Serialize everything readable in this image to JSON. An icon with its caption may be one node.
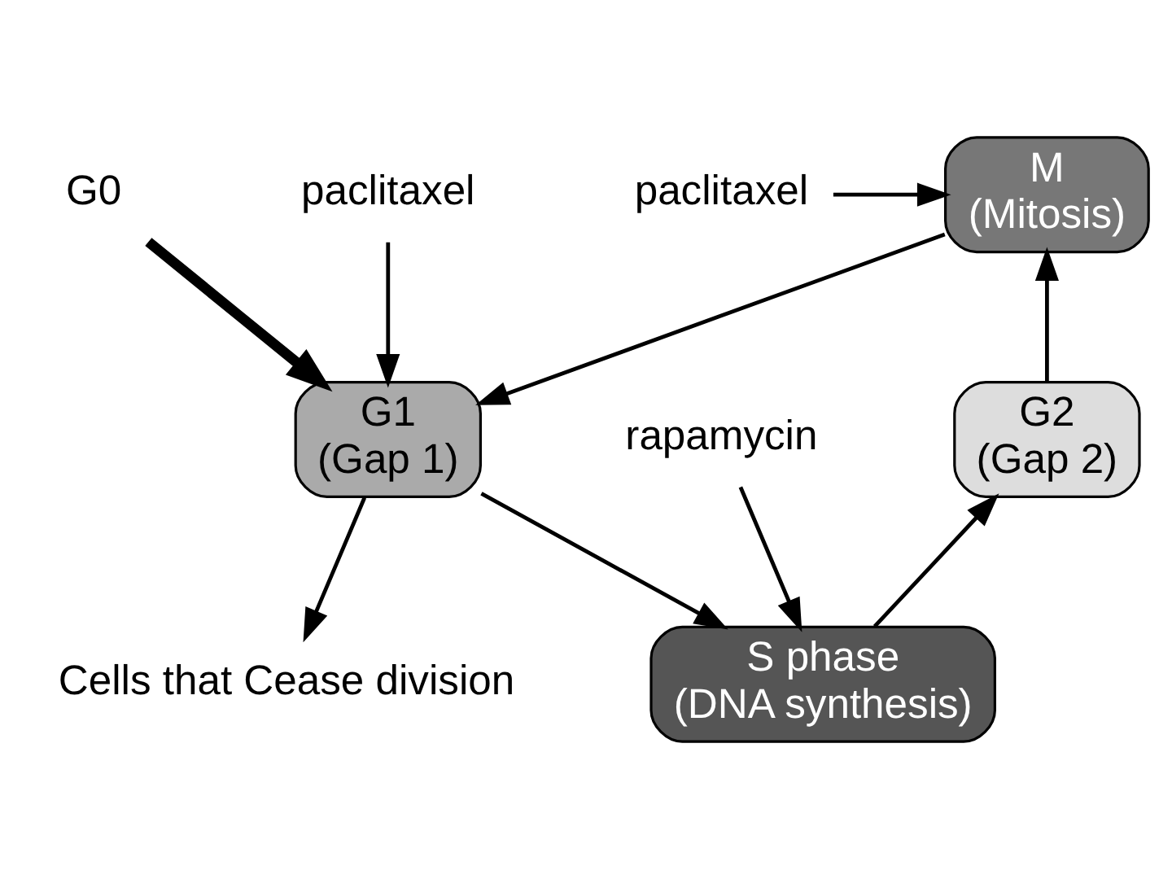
{
  "diagram": {
    "nodes": [
      {
        "text": [
          "paclitaxel"
        ]
      },
      {
        "text": [
          "M",
          "(Mitosis)"
        ]
      },
      {
        "text": [
          "G0"
        ]
      },
      {
        "text": [
          "paclitaxel"
        ]
      },
      {
        "text": [
          "G2",
          "(Gap 2)"
        ]
      },
      {
        "text": [
          "G1",
          "(Gap 1)"
        ]
      },
      {
        "text": [
          "S phase",
          "(DNA synthesis)"
        ]
      },
      {
        "text": [
          "Cells that Cease division"
        ]
      },
      {
        "text": [
          "rapamycin"
        ]
      }
    ],
    "edges": [
      {
        "from": 4,
        "to": 1,
        "arrow": "to"
      },
      {
        "from": 1,
        "to": 5,
        "arrow": "to"
      },
      {
        "from": 5,
        "to": 6,
        "arrow": "to"
      },
      {
        "from": 6,
        "to": 4,
        "arrow": "to"
      },
      {
        "from": 2,
        "to": 5,
        "arrow": "to",
        "style": "thick"
      },
      {
        "from": 0,
        "to": 1,
        "arrow": "to"
      },
      {
        "from": 3,
        "to": 5,
        "arrow": "to"
      },
      {
        "from": 8,
        "to": 6,
        "arrow": "to"
      },
      {
        "from": 5,
        "to": 7,
        "arrow": "to"
      }
    ]
  }
}
